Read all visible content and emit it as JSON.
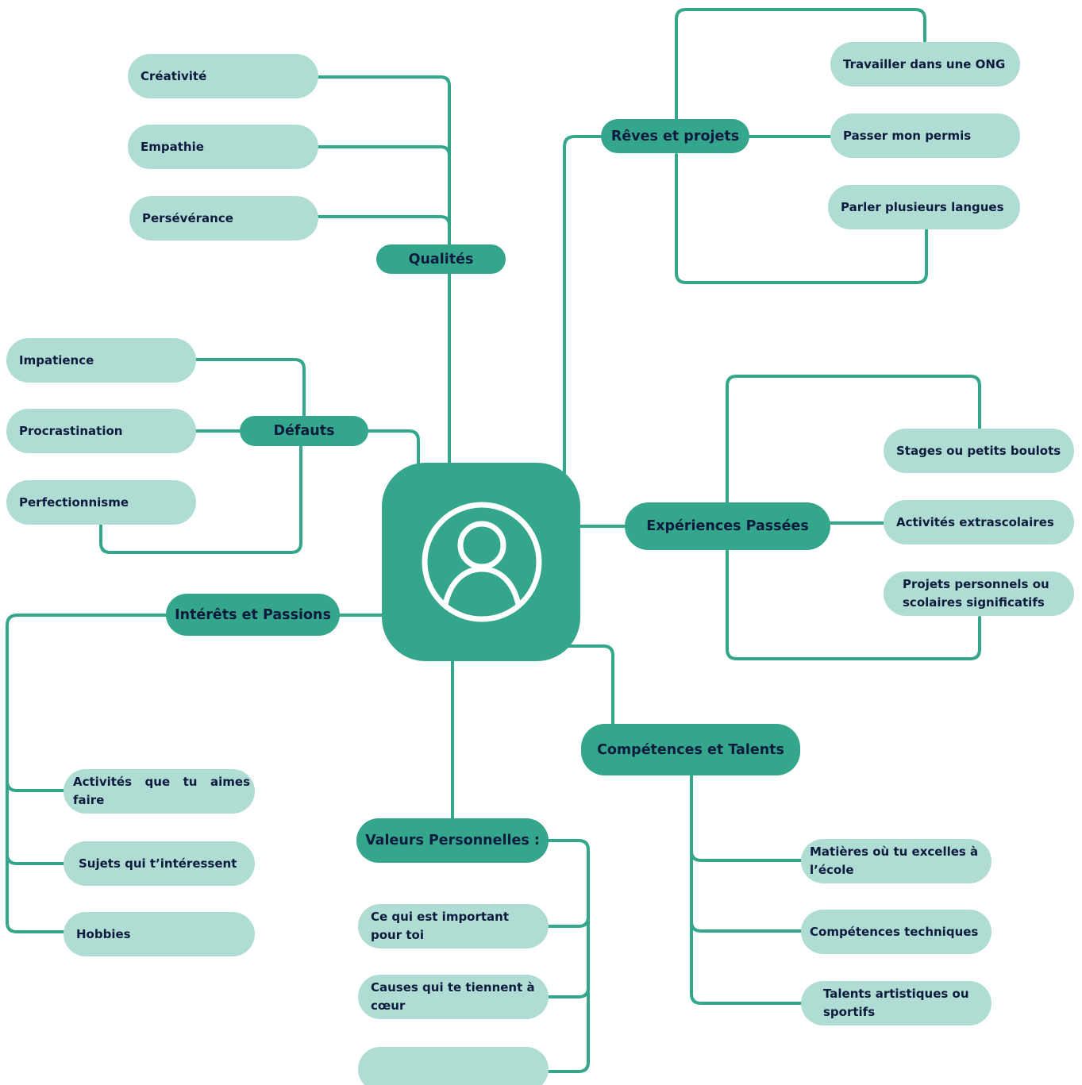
{
  "colors": {
    "branch": "#33a68c",
    "leaf": "#b0ddd3",
    "line": "#33a68c",
    "text": "#0d1b3e"
  },
  "center": {
    "icon": "user-profile-icon"
  },
  "qualites": {
    "label": "Qualités",
    "items": [
      "Créativité",
      "Empathie",
      "Persévérance"
    ]
  },
  "reves": {
    "label": "Rêves et projets",
    "items": [
      "Travailler dans une ONG",
      "Passer mon permis",
      "Parler plusieurs langues"
    ]
  },
  "defauts": {
    "label": "Défauts",
    "items": [
      "Impatience",
      "Procrastination",
      "Perfectionnisme"
    ]
  },
  "experiences": {
    "label": "Expériences Passées",
    "items": [
      "Stages ou petits boulots",
      "Activités extrascolaires",
      "Projets personnels ou scolaires significatifs"
    ]
  },
  "interets": {
    "label": "Intérêts et Passions",
    "items": [
      "Activités que tu aimes faire",
      "Sujets qui t’intéressent",
      "Hobbies"
    ]
  },
  "valeurs": {
    "label": "Valeurs Personnelles :",
    "items": [
      "Ce qui est important pour toi",
      "Causes qui te tiennent à cœur",
      ""
    ]
  },
  "competences": {
    "label": "Compétences et Talents",
    "items": [
      "Matières où tu excelles à l’école",
      "Compétences techniques",
      "Talents artistiques ou sportifs"
    ]
  }
}
